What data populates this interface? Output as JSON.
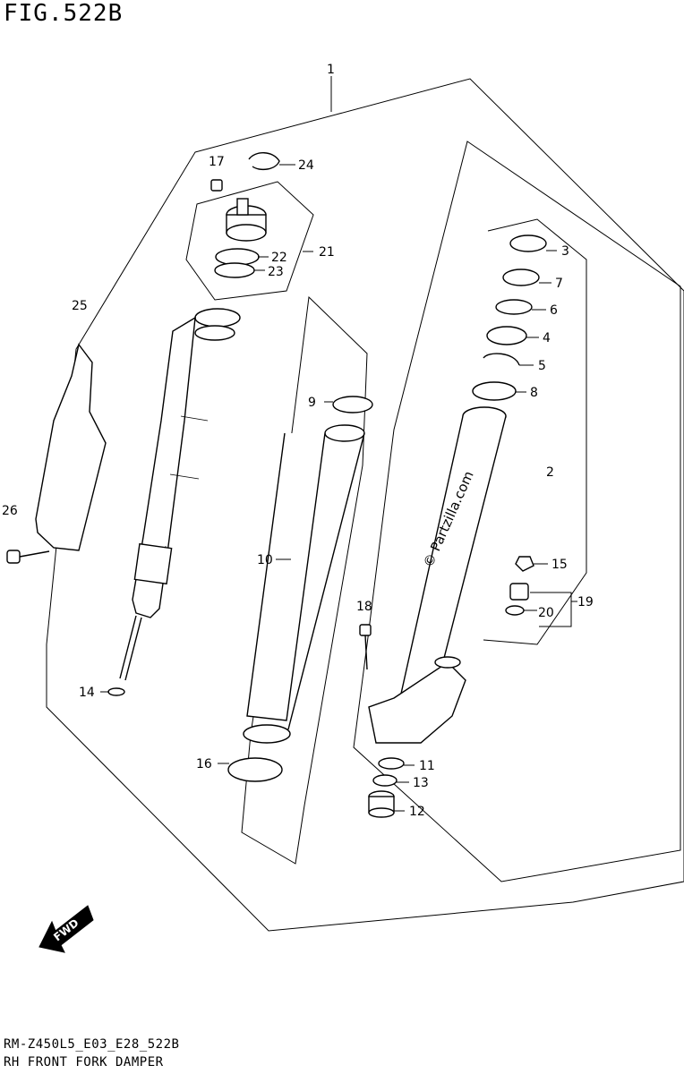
{
  "figure_title": "FIG.522B",
  "footer": {
    "code": "RM-Z450L5_E03_E28_522B",
    "name": "RH FRONT FORK DAMPER"
  },
  "watermark": "© Partzilla.com",
  "fwd_label": "FWD",
  "callouts": [
    "1",
    "2",
    "3",
    "4",
    "5",
    "6",
    "7",
    "8",
    "9",
    "10",
    "11",
    "12",
    "13",
    "14",
    "15",
    "16",
    "17",
    "18",
    "19",
    "20",
    "21",
    "22",
    "23",
    "24",
    "25",
    "26"
  ]
}
